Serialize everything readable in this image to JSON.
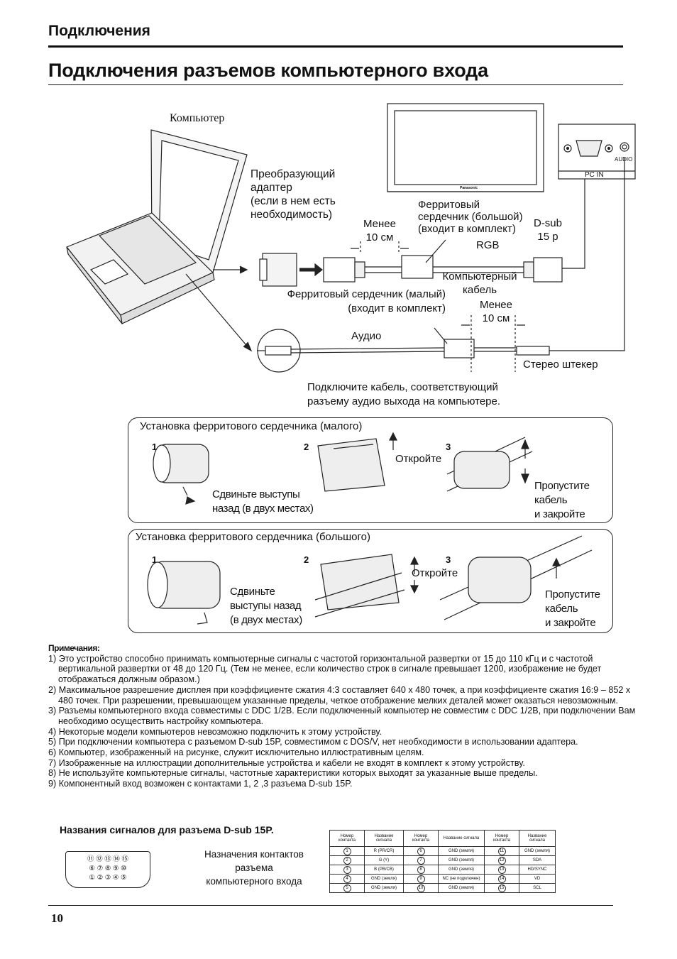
{
  "header": {
    "section": "Подключения",
    "title": "Подключения разъемов компьютерного входа"
  },
  "diagram": {
    "computer": "Компьютер",
    "adapter": [
      "Преобразующий",
      "адаптер",
      "(если в нем есть",
      "необходимость)"
    ],
    "less1": [
      "Менее",
      "10 см"
    ],
    "core_large": [
      "Ферритовый",
      "сердечник (большой)",
      "(входит в комплект)"
    ],
    "dsub": [
      "D-sub",
      "15 p"
    ],
    "rgb": "RGB",
    "pc_cable": [
      "Компьютерный",
      "кабель"
    ],
    "core_small": [
      "Ферритовый сердечник (малый)",
      "(входит в комплект)"
    ],
    "less2": [
      "Менее",
      "10 см"
    ],
    "audio": "Аудио",
    "stereo": "Стерео штекер",
    "audio_note": [
      "Подключите кабель, соответствующий",
      "разъему аудио выхода на компьютере."
    ],
    "audio_port": "AUDIO",
    "pcin": "PC IN",
    "brand": "Panasonic"
  },
  "install_small": {
    "title": "Установка ферритового сердечника (малого)",
    "steps": [
      "1",
      "2",
      "3"
    ],
    "slide": [
      "Сдвиньте выступы",
      "назад (в двух местах)"
    ],
    "open": "Откройте",
    "pass": [
      "Пропустите",
      "кабель",
      "и закройте"
    ]
  },
  "install_large": {
    "title": "Установка ферритового сердечника (большого)",
    "steps": [
      "1",
      "2",
      "3"
    ],
    "slide": [
      "Сдвиньте",
      "выступы назад",
      "(в двух местах)"
    ],
    "open": "Откройте",
    "pass": [
      "Пропустите",
      "кабель",
      "и закройте"
    ]
  },
  "notes": {
    "heading": "Примечания:",
    "items": [
      "1) Это устройство способно принимать компьютерные сигналы с частотой горизонтальной развертки от 15 до 110 кГц и с  частотой вертикальной развертки от 48 до 120 Гц. (Тем не менее, если количество строк в сигнале превышает 1200, изображение не будет отображаться должным образом.)",
      "2) Максимальное разрешение дисплея при коэффициенте сжатия 4:3 составляет 640 x 480 точек, а при коэффициенте сжатия 16:9 – 852 x 480 точек. При разрешении, превышающем указанные пределы, четкое отображение мелких деталей может оказаться невозможным.",
      "3) Разъемы компьютерного входа совместимы с DDC 1/2B. Если подключенный компьютер не совместим с DDC 1/2B, при подключении Вам необходимо осуществить настройку компьютера.",
      "4) Некоторые модели компьютеров невозможно подключить к этому устройству.",
      "5) При подключении компьютера с разъемом D-sub 15P, совместимом с DOS/V, нет необходимости в использовании адаптера.",
      "6) Компьютер, изображенный на рисунке, служит исключительно иллюстративным целям.",
      "7) Изображенные на иллюстрации дополнительные устройства и кабели не входят в комплект к этому устройству.",
      "8) Не используйте компьютерные сигналы, частотные характеристики которых выходят за указанные выше пределы.",
      "9) Компонентный вход возможен с контактами 1, 2 ,3 разъема D-sub 15P."
    ]
  },
  "signals": {
    "title": "Названия сигналов для разъема D-sub 15P.",
    "pins_caption": [
      "Назначения контактов",
      "разъема",
      "компьютерного входа"
    ],
    "connector_rows": [
      "⑪ ⑫ ⑬ ⑭ ⑮",
      "⑥ ⑦ ⑧ ⑨ ⑩",
      "① ② ③ ④ ⑤"
    ],
    "headers": [
      "Номер контакта",
      "Название сигнала",
      "Номер контакта",
      "Название сигнала",
      "Номер контакта",
      "Название сигнала"
    ],
    "rows": [
      [
        "1",
        "R (PR/CR)",
        "6",
        "GND (земля)",
        "11",
        "GND (земля)"
      ],
      [
        "2",
        "G (Y)",
        "7",
        "GND (земля)",
        "12",
        "SDA"
      ],
      [
        "3",
        "B (PB/CB)",
        "8",
        "GND (земля)",
        "13",
        "HD/SYNC"
      ],
      [
        "4",
        "GND (земля)",
        "9",
        "NC (не подключен)",
        "14",
        "VD"
      ],
      [
        "5",
        "GND (земля)",
        "10",
        "GND (земля)",
        "15",
        "SCL"
      ]
    ]
  },
  "page_number": "10"
}
